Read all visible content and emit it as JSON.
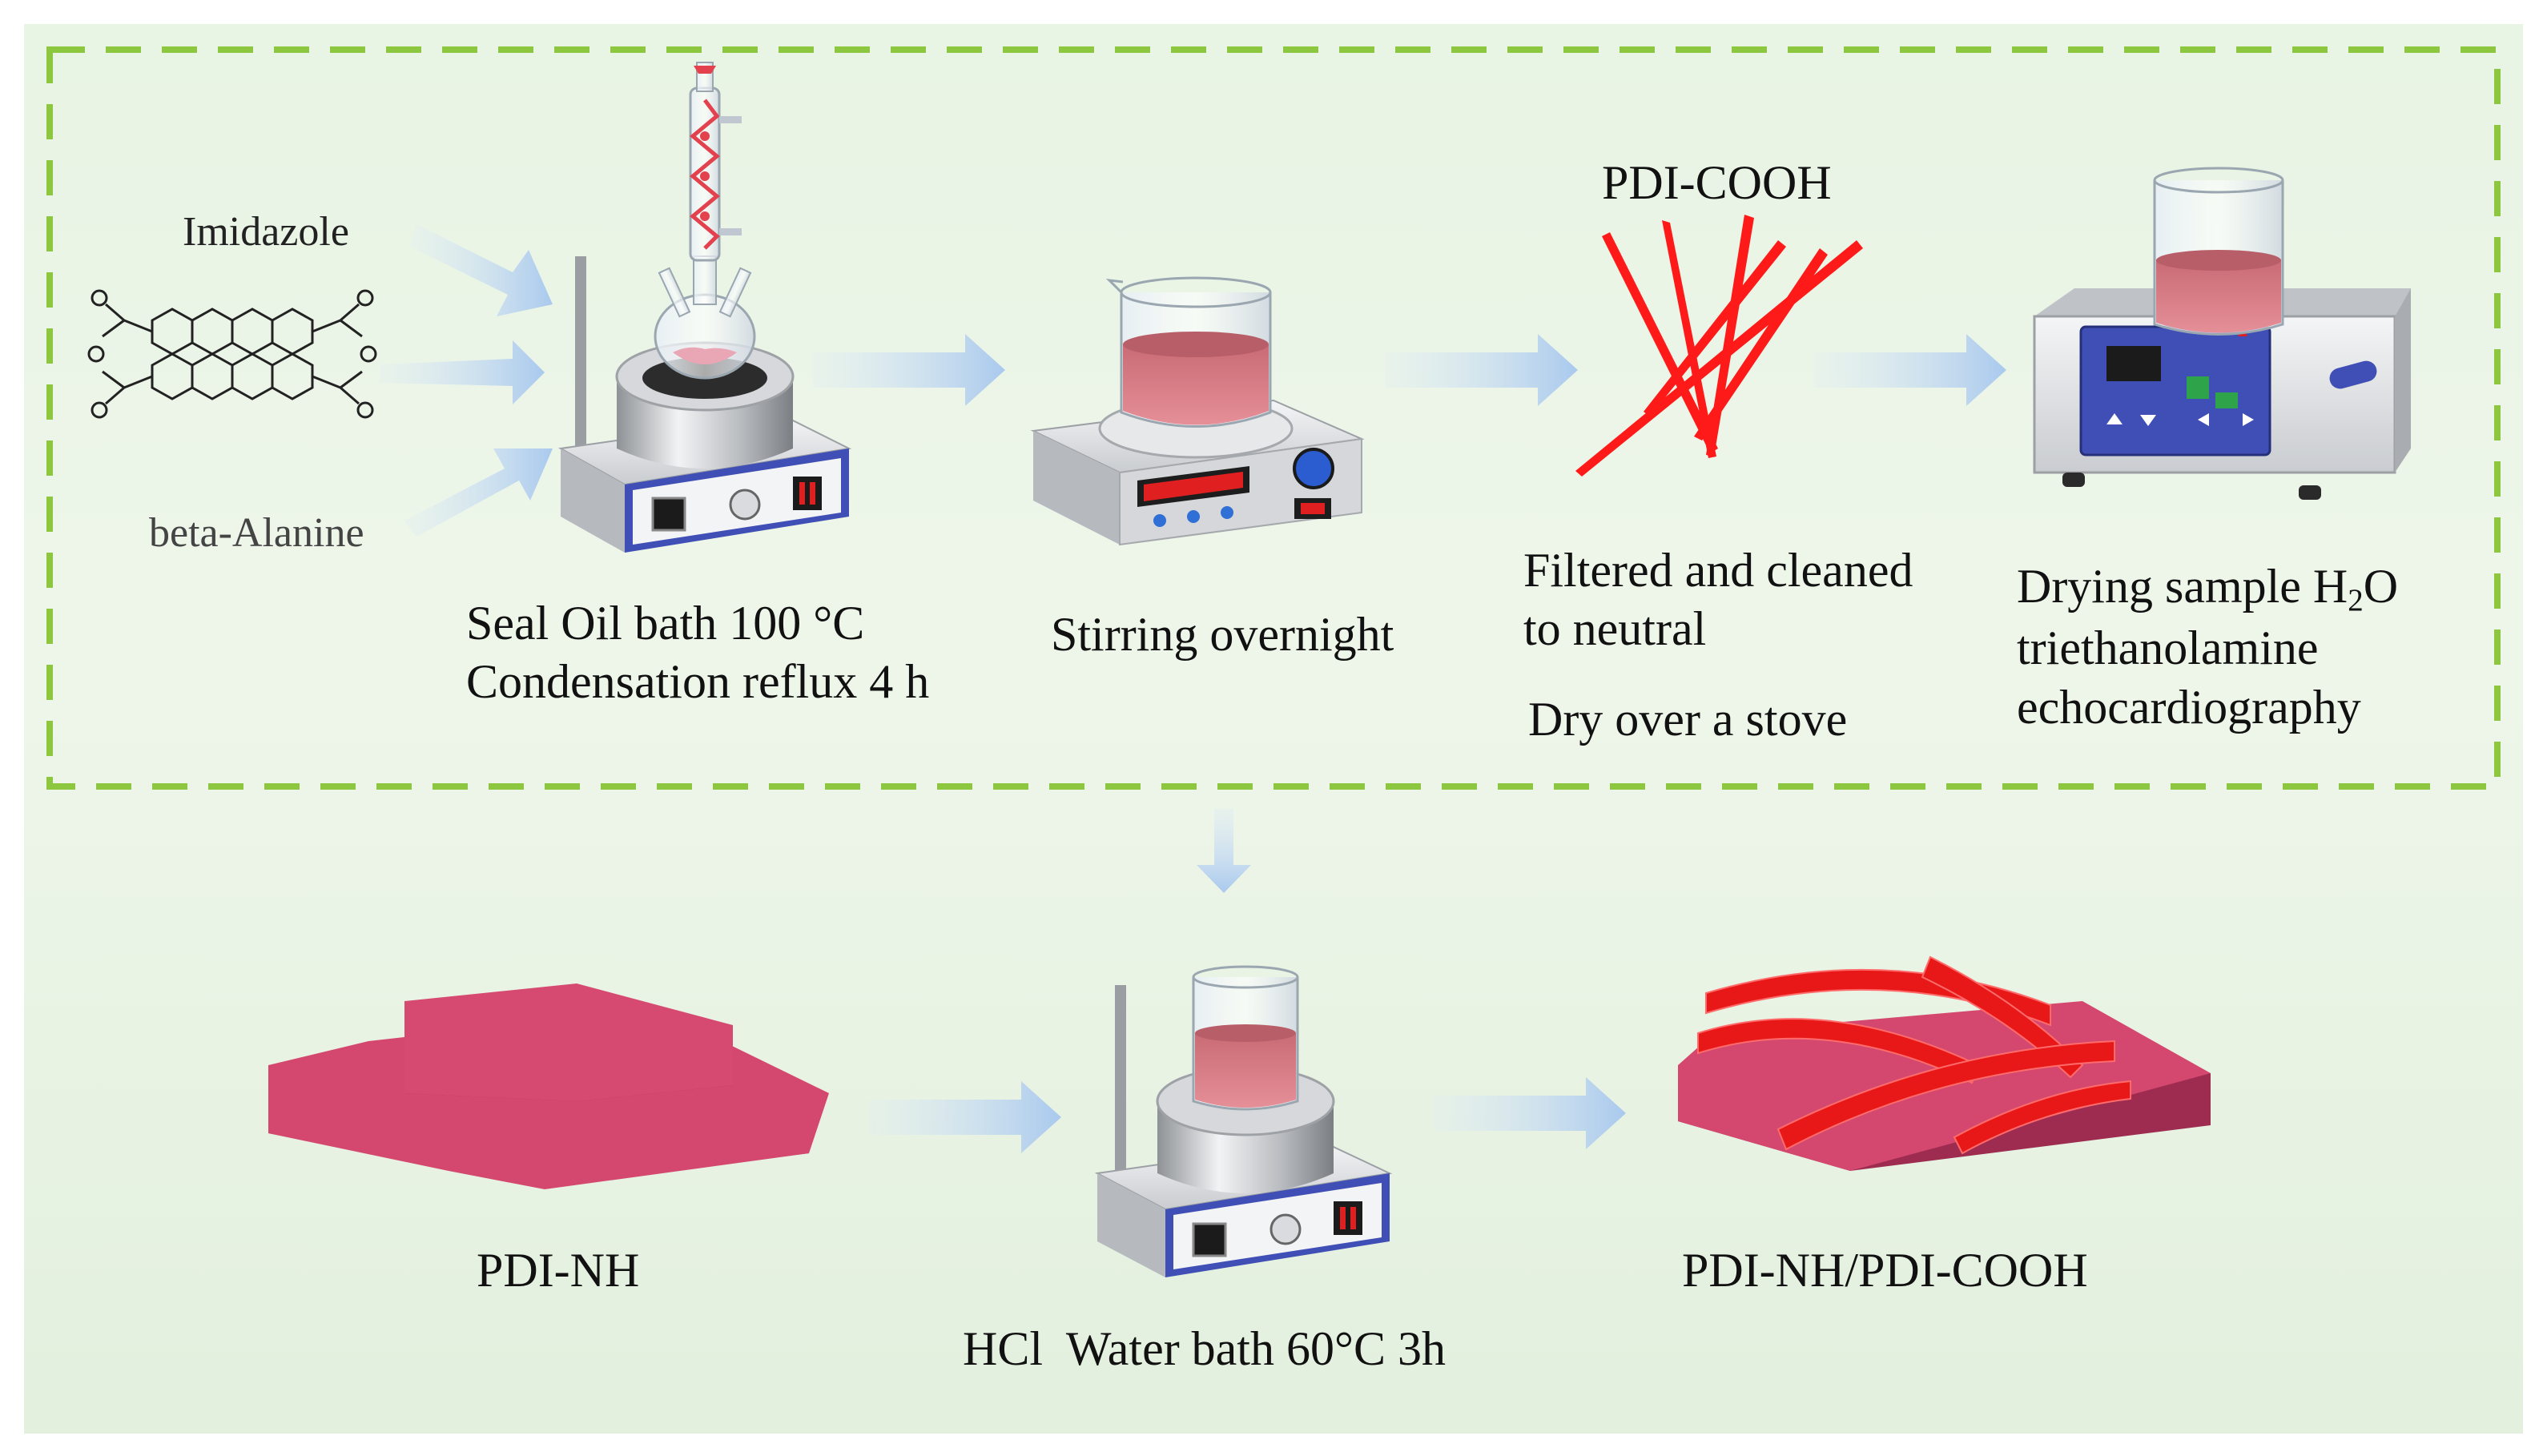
{
  "reagents": {
    "imidazole": "Imidazole",
    "beta_alanine": "beta-Alanine"
  },
  "steps": {
    "oil_bath": [
      "Seal Oil bath 100 °C",
      "Condensation reflux 4 h"
    ],
    "stirring": "Stirring overnight",
    "product_label": "PDI-COOH",
    "filter": [
      "Filtered and cleaned",
      "to neutral"
    ],
    "dry": "Dry over a stove",
    "drying_sample": {
      "line1_prefix": "Drying sample H",
      "line1_sub": "2",
      "line1_suffix": "O",
      "line2": "triethanolamine",
      "line3": "echocardiography"
    }
  },
  "bottom": {
    "pdi_nh": "PDI-NH",
    "water_bath": "HCl  Water bath 60°C 3h",
    "composite": "PDI-NH/PDI-COOH"
  },
  "colors": {
    "dashed_border": "#8dc63f",
    "arrow": "#b7d3f2",
    "solution": "#d97a84",
    "crystal_red": "#ff1a1a",
    "sheet_pink": "#d4486f",
    "instrument_blue": "#3f4fb5"
  }
}
